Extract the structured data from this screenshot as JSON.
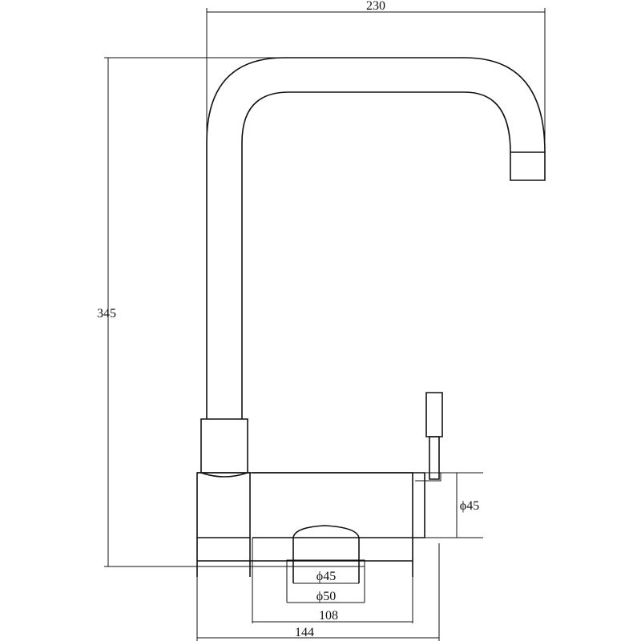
{
  "dimensions": {
    "top_width": "230",
    "height": "345",
    "handle_diameter": "ϕ45",
    "base_inner_diameter": "ϕ45",
    "base_outer_diameter": "ϕ50",
    "body_length": "108",
    "total_length": "144"
  },
  "colors": {
    "line": "#111111",
    "background": "#ffffff"
  }
}
